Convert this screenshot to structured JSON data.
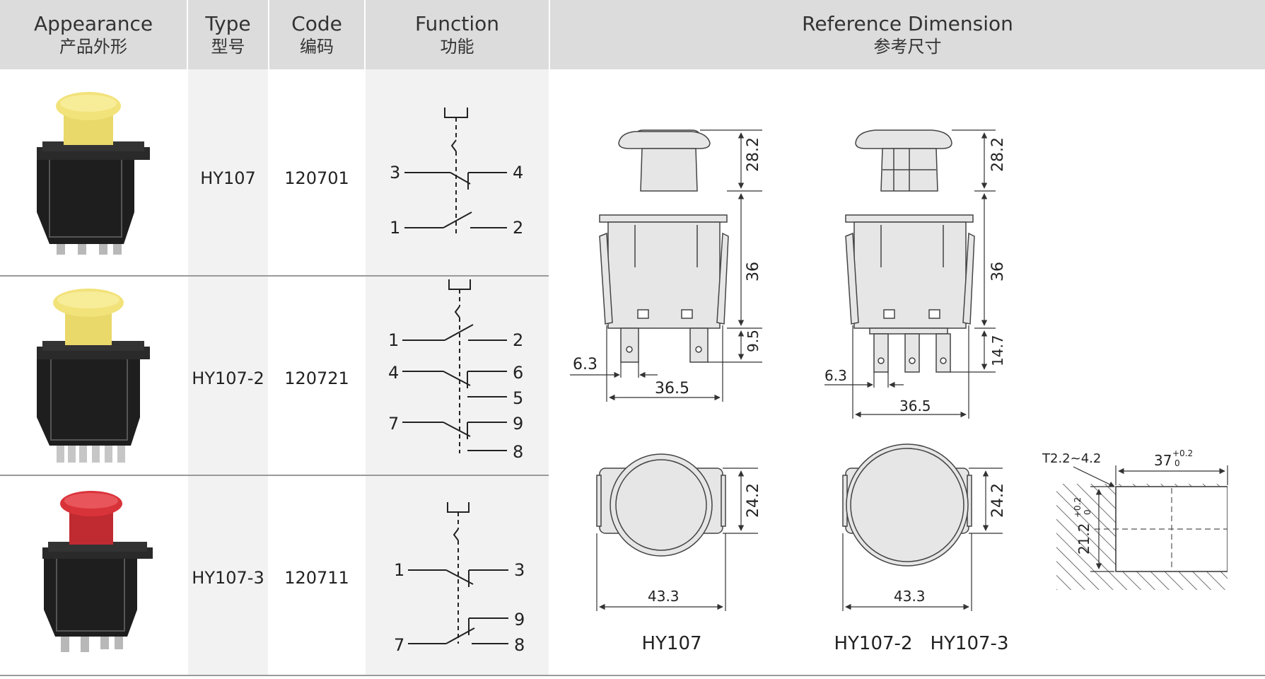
{
  "header": {
    "appearance_en": "Appearance",
    "appearance_zh": "产品外形",
    "type_en": "Type",
    "type_zh": "型号",
    "code_en": "Code",
    "code_zh": "编码",
    "function_en": "Function",
    "function_zh": "功能",
    "ref_en": "Reference Dimension",
    "ref_zh": "参考尺寸"
  },
  "rows": [
    {
      "type": "HY107",
      "code": "120701",
      "button_color": "#f2e27a",
      "terminals": {
        "a": "3",
        "b": "4",
        "c": "1",
        "d": "2"
      }
    },
    {
      "type": "HY107-2",
      "code": "120721",
      "button_color": "#f2e27a",
      "terminals": {
        "a": "1",
        "b": "2",
        "c": "4",
        "d": "6",
        "e": "5",
        "f": "7",
        "g": "9",
        "h": "8"
      }
    },
    {
      "type": "HY107-3",
      "code": "120711",
      "button_color": "#d9333a",
      "terminals": {
        "a": "1",
        "b": "3",
        "c": "9",
        "d": "7",
        "e": "8"
      }
    }
  ],
  "dimensions": {
    "left": {
      "button_h": "28.2",
      "body_h": "36",
      "pin_h": "9.5",
      "pin_w": "6.3",
      "body_w": "36.5",
      "top_h": "24.2",
      "top_w": "43.3",
      "caption": "HY107"
    },
    "right": {
      "button_h": "28.2",
      "body_h": "36",
      "pin_h": "14.7",
      "pin_w": "6.3",
      "body_w": "36.5",
      "top_h": "24.2",
      "top_w": "43.3",
      "caption_a": "HY107-2",
      "caption_b": "HY107-3"
    },
    "cutout": {
      "thickness": "T2.2~4.2",
      "width": "37",
      "width_tol": "+0.2",
      "width_tol0": "0",
      "height": "21.2",
      "height_tol": "+0.2",
      "height_tol0": "0"
    }
  },
  "colors": {
    "header_bg": "#dcdcdc",
    "column_bg": "#f2f2f2",
    "line": "#9a9a9a",
    "drawing_fill": "#e6e6e6",
    "drawing_stroke": "#444444",
    "body_black": "#1e1e1e"
  }
}
